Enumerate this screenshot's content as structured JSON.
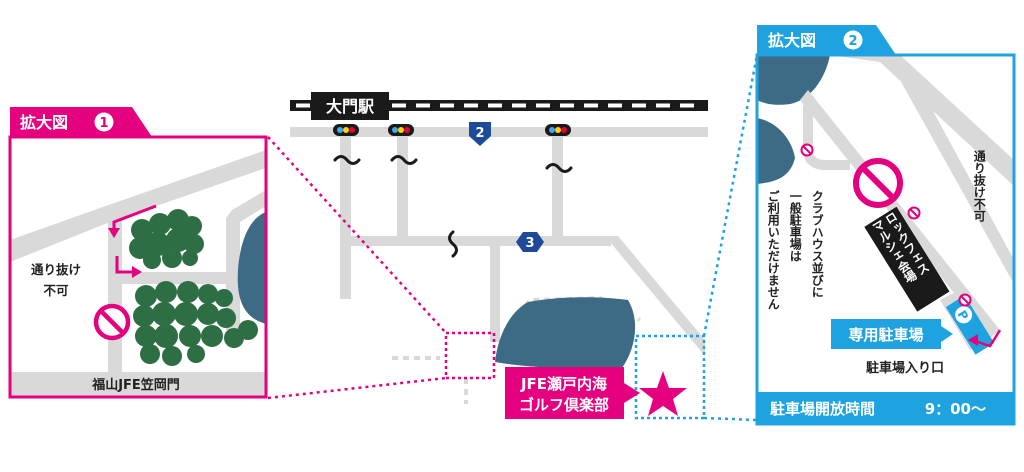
{
  "station": {
    "name": "大門駅"
  },
  "routes": {
    "route_2": "2",
    "route_3": "3"
  },
  "golf_club": {
    "line1": "JFE瀬戸内海",
    "line2": "ゴルフ倶楽部"
  },
  "inset1": {
    "title": "拡大図",
    "number": "1",
    "no_through_line1": "通り抜け",
    "no_through_line2": "不可",
    "gate_label": "福山JFE笠岡門"
  },
  "inset2": {
    "title": "拡大図",
    "number": "2",
    "no_through": "通り抜け不可",
    "clubhouse_line1": "クラブハウス並びに",
    "clubhouse_line2": "一般駐車場は",
    "clubhouse_line3": "ご利用いただけません",
    "venue_line1": "ロックフェス",
    "venue_line2": "マルシェ会場",
    "dedicated_parking": "専用駐車場",
    "parking_entrance": "駐車場入り口",
    "open_time_label": "駐車場開放時間",
    "open_time_value": "9：00〜",
    "parking_icon": "P"
  },
  "colors": {
    "magenta": "#e5007f",
    "cyan": "#1fa2e0",
    "road": "#d9d9d9",
    "water": "#3d6b85",
    "green": "#2e6e44",
    "route_badge": "#1d4b9a",
    "black": "#1a1a1a"
  },
  "icons": {
    "no_entry": "no-entry-icon",
    "traffic_light": "traffic-light-icon",
    "wave": "wave-break-icon",
    "star": "star-icon",
    "parking": "parking-icon"
  }
}
